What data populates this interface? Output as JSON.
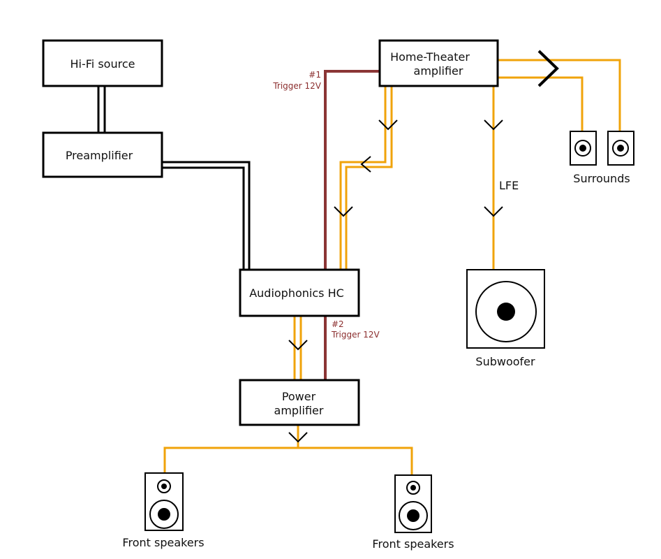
{
  "nodes": {
    "hifi_source": "Hi-Fi source",
    "preamplifier": "Preamplifier",
    "home_theater": [
      "Home-Theater",
      "amplifier"
    ],
    "audiophonics": "Audiophonics HC",
    "power_amp": [
      "Power",
      "amplifier"
    ]
  },
  "labels": {
    "trigger1_num": "#1",
    "trigger1_text": "Trigger 12V",
    "trigger2_num": "#2",
    "trigger2_text": "Trigger 12V",
    "lfe": "LFE",
    "surrounds": "Surrounds",
    "subwoofer": "Subwoofer",
    "front_left": "Front speakers",
    "front_right": "Front speakers"
  },
  "colors": {
    "audio_cable": "#f0a30a",
    "trigger_cable": "#8b3535",
    "analog_cable": "#000000"
  }
}
